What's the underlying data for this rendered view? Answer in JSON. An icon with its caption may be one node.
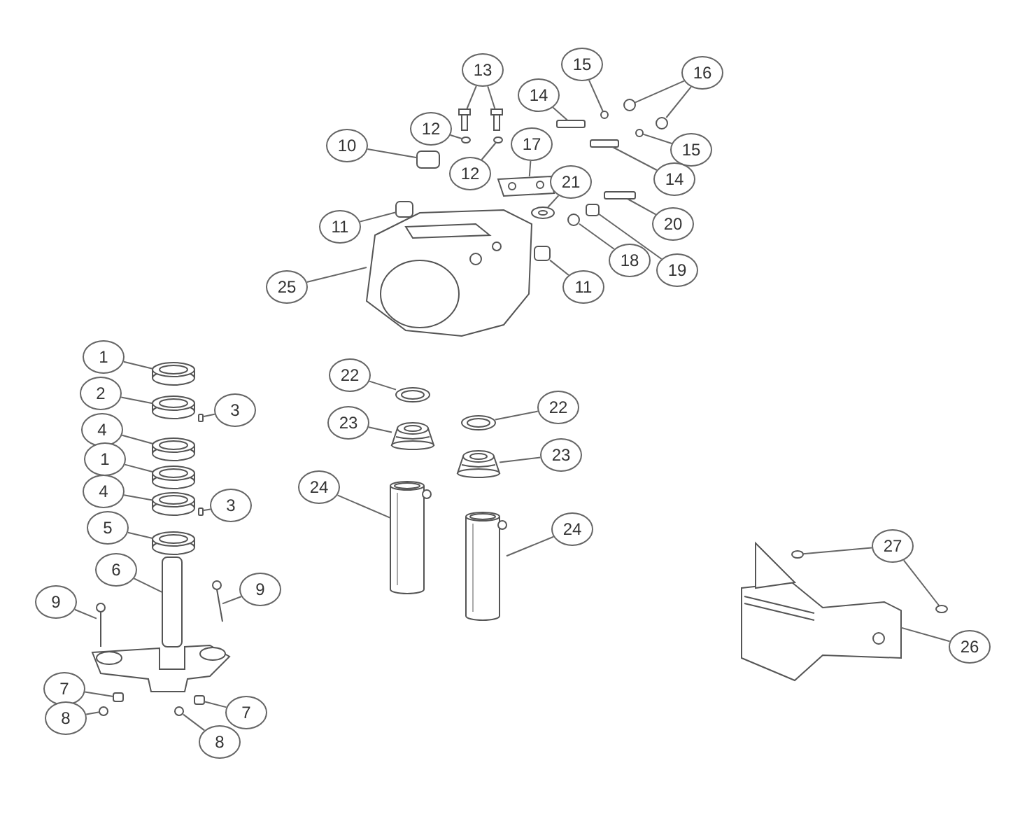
{
  "diagram": {
    "nodes": [
      {
        "text": [
          "13"
        ]
      },
      {
        "text": [
          "15"
        ]
      },
      {
        "text": [
          "16"
        ]
      },
      {
        "text": [
          "14"
        ]
      },
      {
        "text": [
          "12"
        ]
      },
      {
        "text": [
          "10"
        ]
      },
      {
        "text": [
          "12"
        ]
      },
      {
        "text": [
          "15"
        ]
      },
      {
        "text": [
          "17"
        ]
      },
      {
        "text": [
          "21"
        ]
      },
      {
        "text": [
          "14"
        ]
      },
      {
        "text": [
          "11"
        ]
      },
      {
        "text": [
          "20"
        ]
      },
      {
        "text": [
          "18"
        ]
      },
      {
        "text": [
          "25"
        ]
      },
      {
        "text": [
          "19"
        ]
      },
      {
        "text": [
          "11"
        ]
      },
      {
        "text": [
          "1"
        ]
      },
      {
        "text": [
          "2"
        ]
      },
      {
        "text": [
          "3"
        ]
      },
      {
        "text": [
          "4"
        ]
      },
      {
        "text": [
          "22"
        ]
      },
      {
        "text": [
          "1"
        ]
      },
      {
        "text": [
          "23"
        ]
      },
      {
        "text": [
          "22"
        ]
      },
      {
        "text": [
          "4"
        ]
      },
      {
        "text": [
          "3"
        ]
      },
      {
        "text": [
          "23"
        ]
      },
      {
        "text": [
          "24"
        ]
      },
      {
        "text": [
          "5"
        ]
      },
      {
        "text": [
          "6"
        ]
      },
      {
        "text": [
          "24"
        ]
      },
      {
        "text": [
          "27"
        ]
      },
      {
        "text": [
          "9"
        ]
      },
      {
        "text": [
          "9"
        ]
      },
      {
        "text": [
          "7"
        ]
      },
      {
        "text": [
          "26"
        ]
      },
      {
        "text": [
          "8"
        ]
      },
      {
        "text": [
          "7"
        ]
      },
      {
        "text": [
          "8"
        ]
      },
      {
        "text": [],
        "shape": "picture"
      },
      {
        "text": [],
        "shape": "picture"
      },
      {
        "text": [],
        "shape": "circle"
      },
      {
        "text": [],
        "shape": "circle"
      },
      {
        "text": [],
        "shape": "circle"
      },
      {
        "text": [],
        "shape": "box"
      },
      {
        "text": [],
        "shape": "circle"
      },
      {
        "text": [],
        "shape": "box"
      },
      {
        "text": [],
        "shape": "circle"
      },
      {
        "text": [],
        "shape": "circle"
      },
      {
        "text": [],
        "shape": "picture"
      },
      {
        "text": [],
        "shape": "picture"
      },
      {
        "text": [],
        "shape": "box"
      },
      {
        "text": [],
        "shape": "box"
      },
      {
        "text": [],
        "shape": "box"
      },
      {
        "text": [],
        "shape": "circle"
      },
      {
        "text": [],
        "shape": "picture"
      },
      {
        "text": [],
        "shape": "box"
      },
      {
        "text": [],
        "shape": "box"
      },
      {
        "text": [],
        "shape": "picture"
      },
      {
        "text": [],
        "shape": "picture"
      },
      {
        "text": [],
        "shape": "box"
      },
      {
        "text": [],
        "shape": "picture"
      },
      {
        "text": [],
        "shape": "picture"
      },
      {
        "text": [],
        "shape": "picture"
      },
      {
        "text": [],
        "shape": "picture"
      },
      {
        "text": [],
        "shape": "picture"
      },
      {
        "text": [],
        "shape": "picture"
      },
      {
        "text": [],
        "shape": "box"
      },
      {
        "text": [],
        "shape": "picture"
      },
      {
        "text": [],
        "shape": "picture"
      },
      {
        "text": [],
        "shape": "picture"
      },
      {
        "text": [],
        "shape": "box"
      },
      {
        "text": [],
        "shape": "picture"
      },
      {
        "text": [],
        "shape": "circle"
      },
      {
        "text": [],
        "shape": "circle"
      },
      {
        "text": [],
        "shape": "picture"
      },
      {
        "text": [],
        "shape": "picture"
      },
      {
        "text": [],
        "shape": "box"
      },
      {
        "text": [],
        "shape": "picture"
      },
      {
        "text": [],
        "shape": "circle"
      },
      {
        "text": [],
        "shape": "box"
      },
      {
        "text": [],
        "shape": "circle"
      }
    ],
    "edges": [
      {
        "from": 0,
        "to": 40,
        "arrow": "none"
      },
      {
        "from": 0,
        "to": 41,
        "arrow": "none"
      },
      {
        "from": 1,
        "to": 42,
        "arrow": "none"
      },
      {
        "from": 2,
        "to": 43,
        "arrow": "none"
      },
      {
        "from": 2,
        "to": 44,
        "arrow": "none"
      },
      {
        "from": 3,
        "to": 45,
        "arrow": "none"
      },
      {
        "from": 4,
        "to": 46,
        "arrow": "none"
      },
      {
        "from": 5,
        "to": 47,
        "arrow": "none"
      },
      {
        "from": 6,
        "to": 48,
        "arrow": "none"
      },
      {
        "from": 7,
        "to": 49,
        "arrow": "none"
      },
      {
        "from": 8,
        "to": 50,
        "arrow": "none"
      },
      {
        "from": 9,
        "to": 51,
        "arrow": "none"
      },
      {
        "from": 10,
        "to": 52,
        "arrow": "none"
      },
      {
        "from": 11,
        "to": 53,
        "arrow": "none"
      },
      {
        "from": 12,
        "to": 54,
        "arrow": "none"
      },
      {
        "from": 13,
        "to": 55,
        "arrow": "none"
      },
      {
        "from": 14,
        "to": 56,
        "arrow": "none"
      },
      {
        "from": 15,
        "to": 57,
        "arrow": "none"
      },
      {
        "from": 16,
        "to": 58,
        "arrow": "none"
      },
      {
        "from": 17,
        "to": 59,
        "arrow": "none"
      },
      {
        "from": 18,
        "to": 60,
        "arrow": "none"
      },
      {
        "from": 19,
        "to": 61,
        "arrow": "none"
      },
      {
        "from": 20,
        "to": 62,
        "arrow": "none"
      },
      {
        "from": 21,
        "to": 63,
        "arrow": "none"
      },
      {
        "from": 22,
        "to": 64,
        "arrow": "none"
      },
      {
        "from": 23,
        "to": 65,
        "arrow": "none"
      },
      {
        "from": 24,
        "to": 66,
        "arrow": "none"
      },
      {
        "from": 25,
        "to": 67,
        "arrow": "none"
      },
      {
        "from": 26,
        "to": 68,
        "arrow": "none"
      },
      {
        "from": 27,
        "to": 69,
        "arrow": "none"
      },
      {
        "from": 28,
        "to": 70,
        "arrow": "none"
      },
      {
        "from": 29,
        "to": 71,
        "arrow": "none"
      },
      {
        "from": 30,
        "to": 72,
        "arrow": "none"
      },
      {
        "from": 31,
        "to": 73,
        "arrow": "none"
      },
      {
        "from": 32,
        "to": 74,
        "arrow": "none"
      },
      {
        "from": 32,
        "to": 75,
        "arrow": "none"
      },
      {
        "from": 33,
        "to": 76,
        "arrow": "none"
      },
      {
        "from": 34,
        "to": 77,
        "arrow": "none"
      },
      {
        "from": 35,
        "to": 78,
        "arrow": "none"
      },
      {
        "from": 36,
        "to": 79,
        "arrow": "none"
      },
      {
        "from": 37,
        "to": 80,
        "arrow": "none"
      },
      {
        "from": 38,
        "to": 81,
        "arrow": "none"
      },
      {
        "from": 39,
        "to": 82,
        "arrow": "none"
      }
    ]
  }
}
